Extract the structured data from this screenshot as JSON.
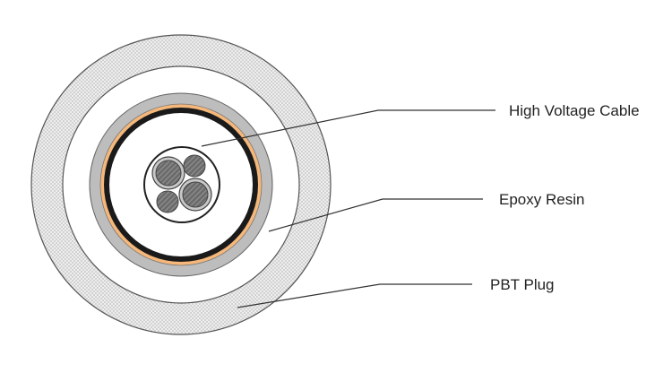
{
  "labels": {
    "high_voltage_cable": "High Voltage Cable",
    "epoxy_resin": "Epoxy Resin",
    "pbt_plug": "PBT Plug"
  },
  "colors": {
    "pbt_plug": "#e6e6e6",
    "gray_ring": "#bdbdbd",
    "orange_ring": "#f5b77a",
    "black_ring": "#1a1a1a",
    "conductor": "#6e6e6e"
  }
}
